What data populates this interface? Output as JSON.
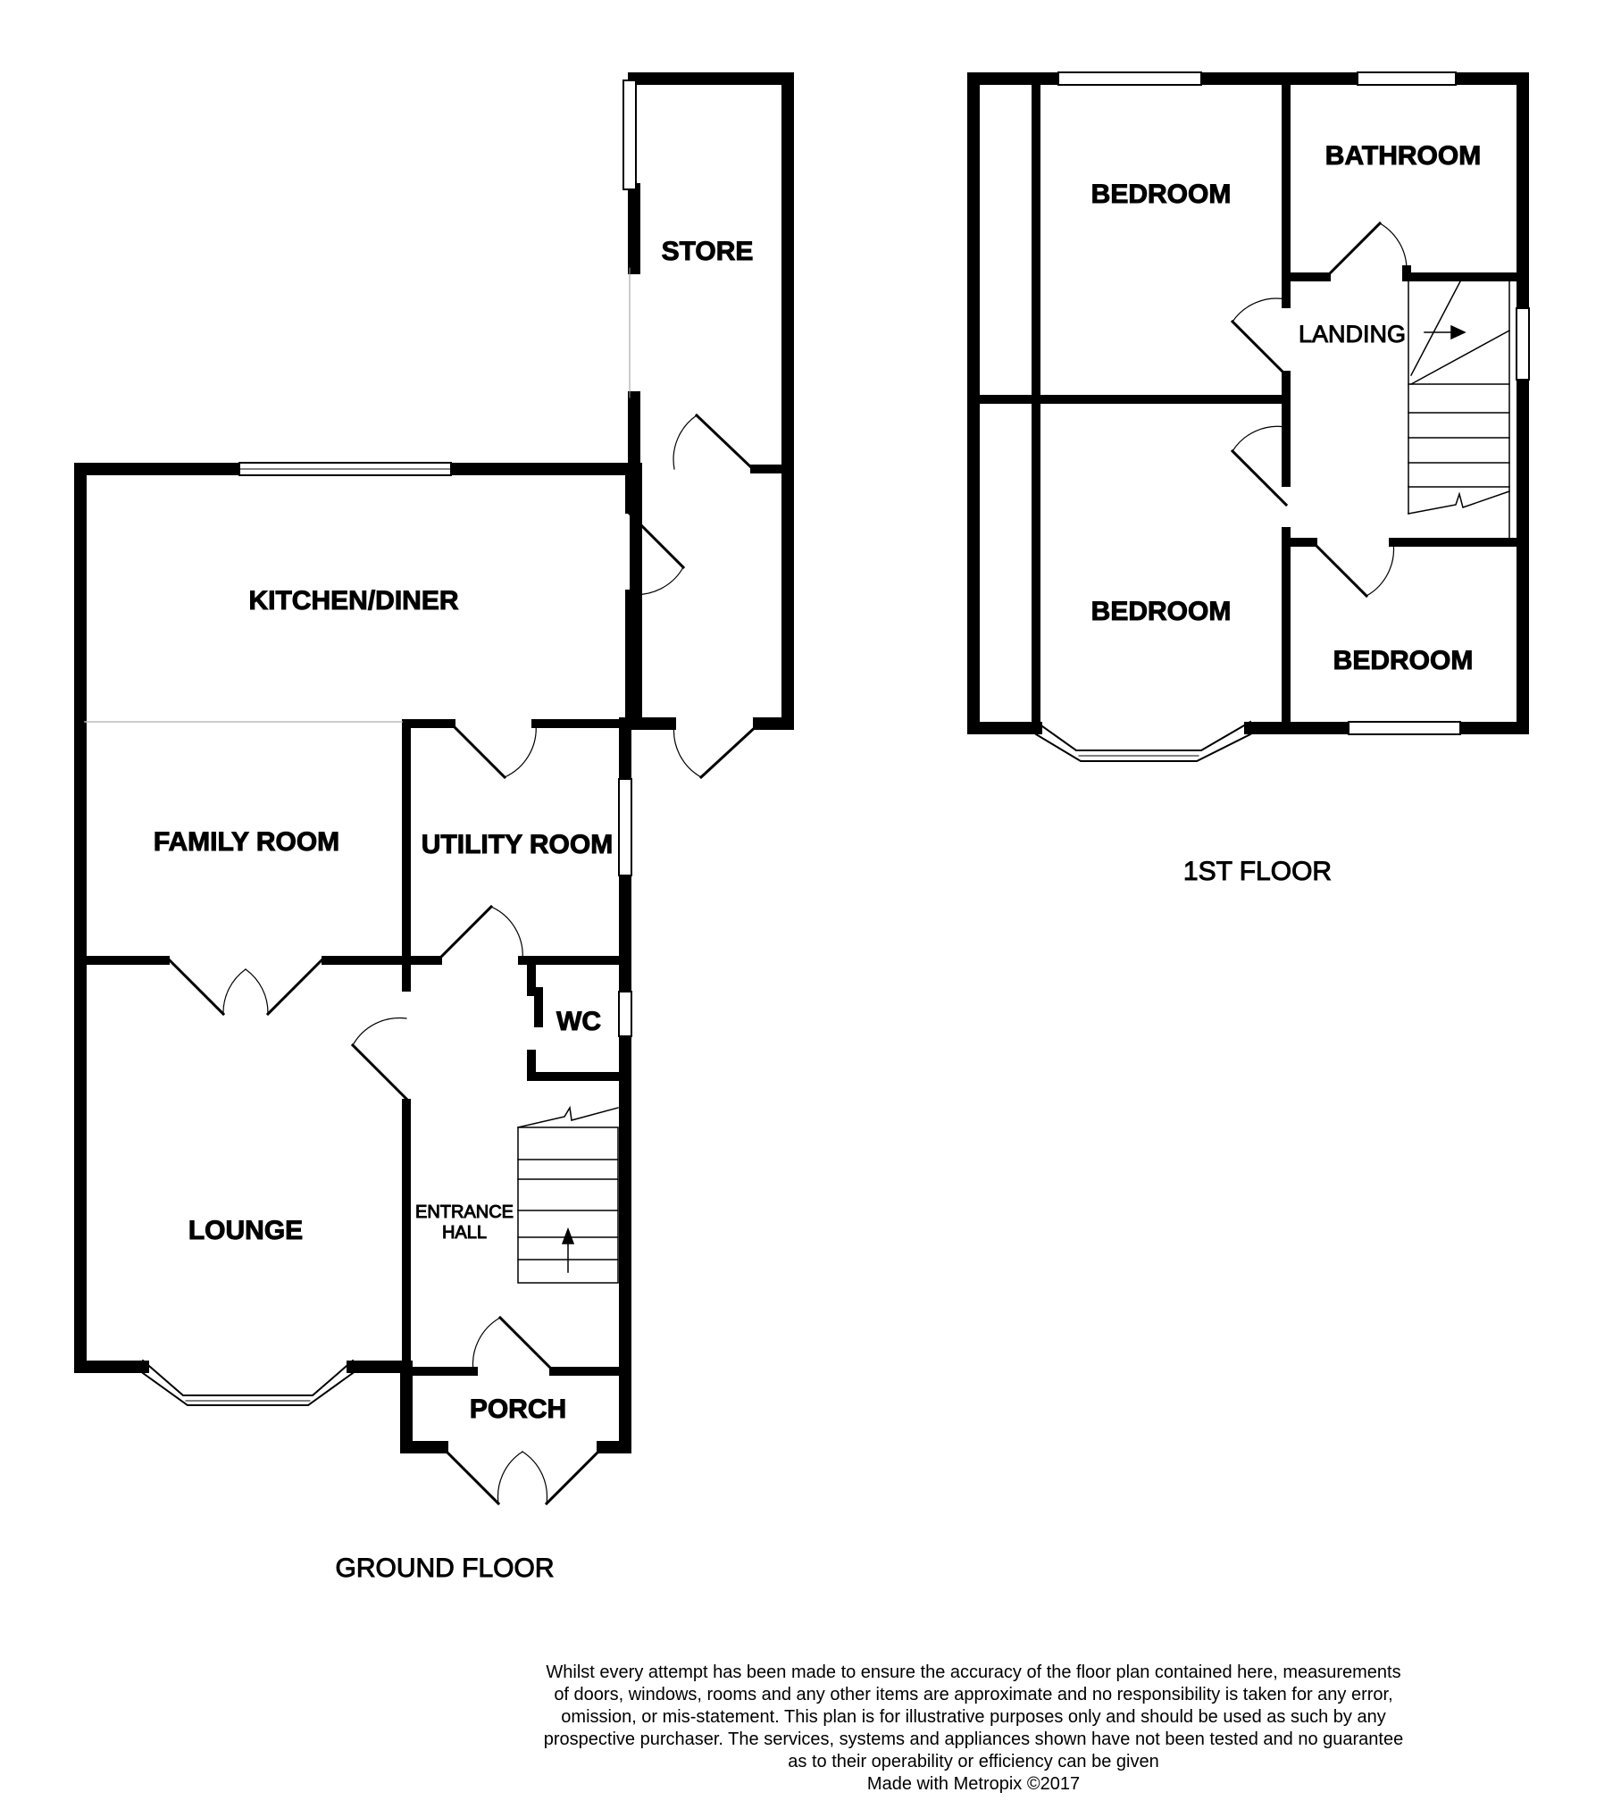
{
  "ground_floor": {
    "title": "GROUND FLOOR",
    "rooms": {
      "store": "STORE",
      "kitchen_diner": "KITCHEN/DINER",
      "family_room": "FAMILY ROOM",
      "utility_room": "UTILITY ROOM",
      "wc": "WC",
      "entrance_hall_line1": "ENTRANCE",
      "entrance_hall_line2": "HALL",
      "lounge": "LOUNGE",
      "porch": "PORCH"
    }
  },
  "first_floor": {
    "title": "1ST FLOOR",
    "rooms": {
      "bedroom_1": "BEDROOM",
      "bathroom": "BATHROOM",
      "landing": "LANDING",
      "bedroom_2": "BEDROOM",
      "bedroom_3": "BEDROOM"
    }
  },
  "disclaimer": {
    "lines": [
      "Whilst every attempt has been made to ensure the accuracy of the floor plan contained here, measurements",
      "of doors, windows, rooms and any other items are approximate and no responsibility is taken for any error,",
      "omission, or mis-statement. This plan is for illustrative purposes only and should be used as such by any",
      "prospective purchaser. The services, systems and appliances shown have not been tested and no guarantee",
      "as to their operability or efficiency can be given"
    ],
    "credit": "Made with Metropix ©2017"
  }
}
